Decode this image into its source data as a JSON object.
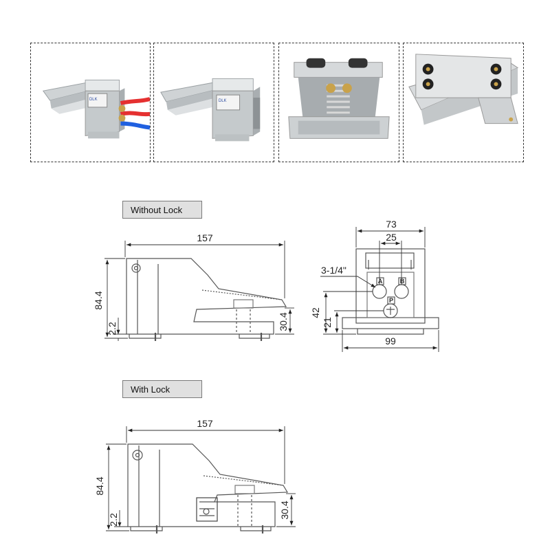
{
  "photos": [
    {
      "label_lines": [
        "DLK"
      ],
      "icon": "foot-pedal-valve-with-hoses-photo"
    },
    {
      "label_lines": [
        "DLK"
      ],
      "icon": "foot-pedal-valve-photo"
    },
    {
      "label_lines": [],
      "icon": "pedal-spring-interior-photo"
    },
    {
      "label_lines": [],
      "icon": "pedal-underside-mount-photo"
    }
  ],
  "without_lock": {
    "section_label": "Without Lock",
    "side_view": {
      "length": "157",
      "height": "84.4",
      "base": "2.2",
      "pedal_height": "30.4"
    },
    "front_view": {
      "width_top": "73",
      "port_spacing": "25",
      "thread": "3-1/4\"",
      "port_height": "42",
      "p_height": "21",
      "base_width": "99",
      "port_a": "A",
      "port_b": "B",
      "port_p": "P"
    }
  },
  "with_lock": {
    "section_label": "With Lock",
    "side_view": {
      "length": "157",
      "height": "84.4",
      "base": "2.2",
      "pedal_height": "30.4"
    }
  },
  "colors": {
    "valve_body": "#c9cdcf",
    "hose_red": "#e53030",
    "hose_blue": "#2060e0",
    "brass": "#c9a24a"
  }
}
